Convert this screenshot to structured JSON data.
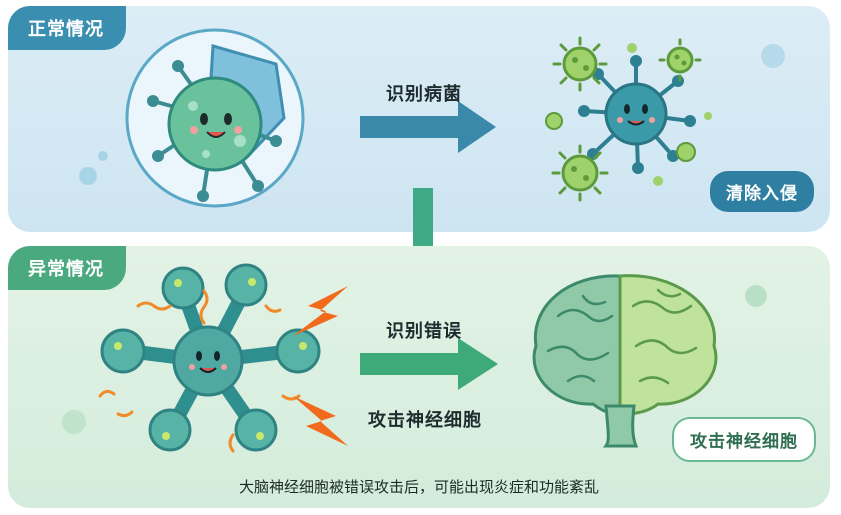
{
  "normal": {
    "tag": "正常情况",
    "action_label": "识别病菌",
    "result_label": "清除入侵"
  },
  "abnormal": {
    "tag": "异常情况",
    "action_label": "识别错误",
    "attack_label": "攻击神经细胞",
    "result_label": "攻击神经细胞"
  },
  "caption": "大脑神经细胞被错误攻击后，可能出现炎症和功能紊乱",
  "colors": {
    "normal_accent": "#3a8fb0",
    "abnormal_accent": "#4aa97f",
    "arrow_blue": "#3a88aa",
    "arrow_green": "#3faa79",
    "attack_orange": "#f26a1b"
  },
  "icons": {
    "immune_cell": "smiling-immune-cell-icon",
    "shield": "shield-icon",
    "virus": "virus-icon",
    "neuron": "neuron-icon",
    "lightning": "lightning-icon",
    "brain": "brain-icon"
  }
}
